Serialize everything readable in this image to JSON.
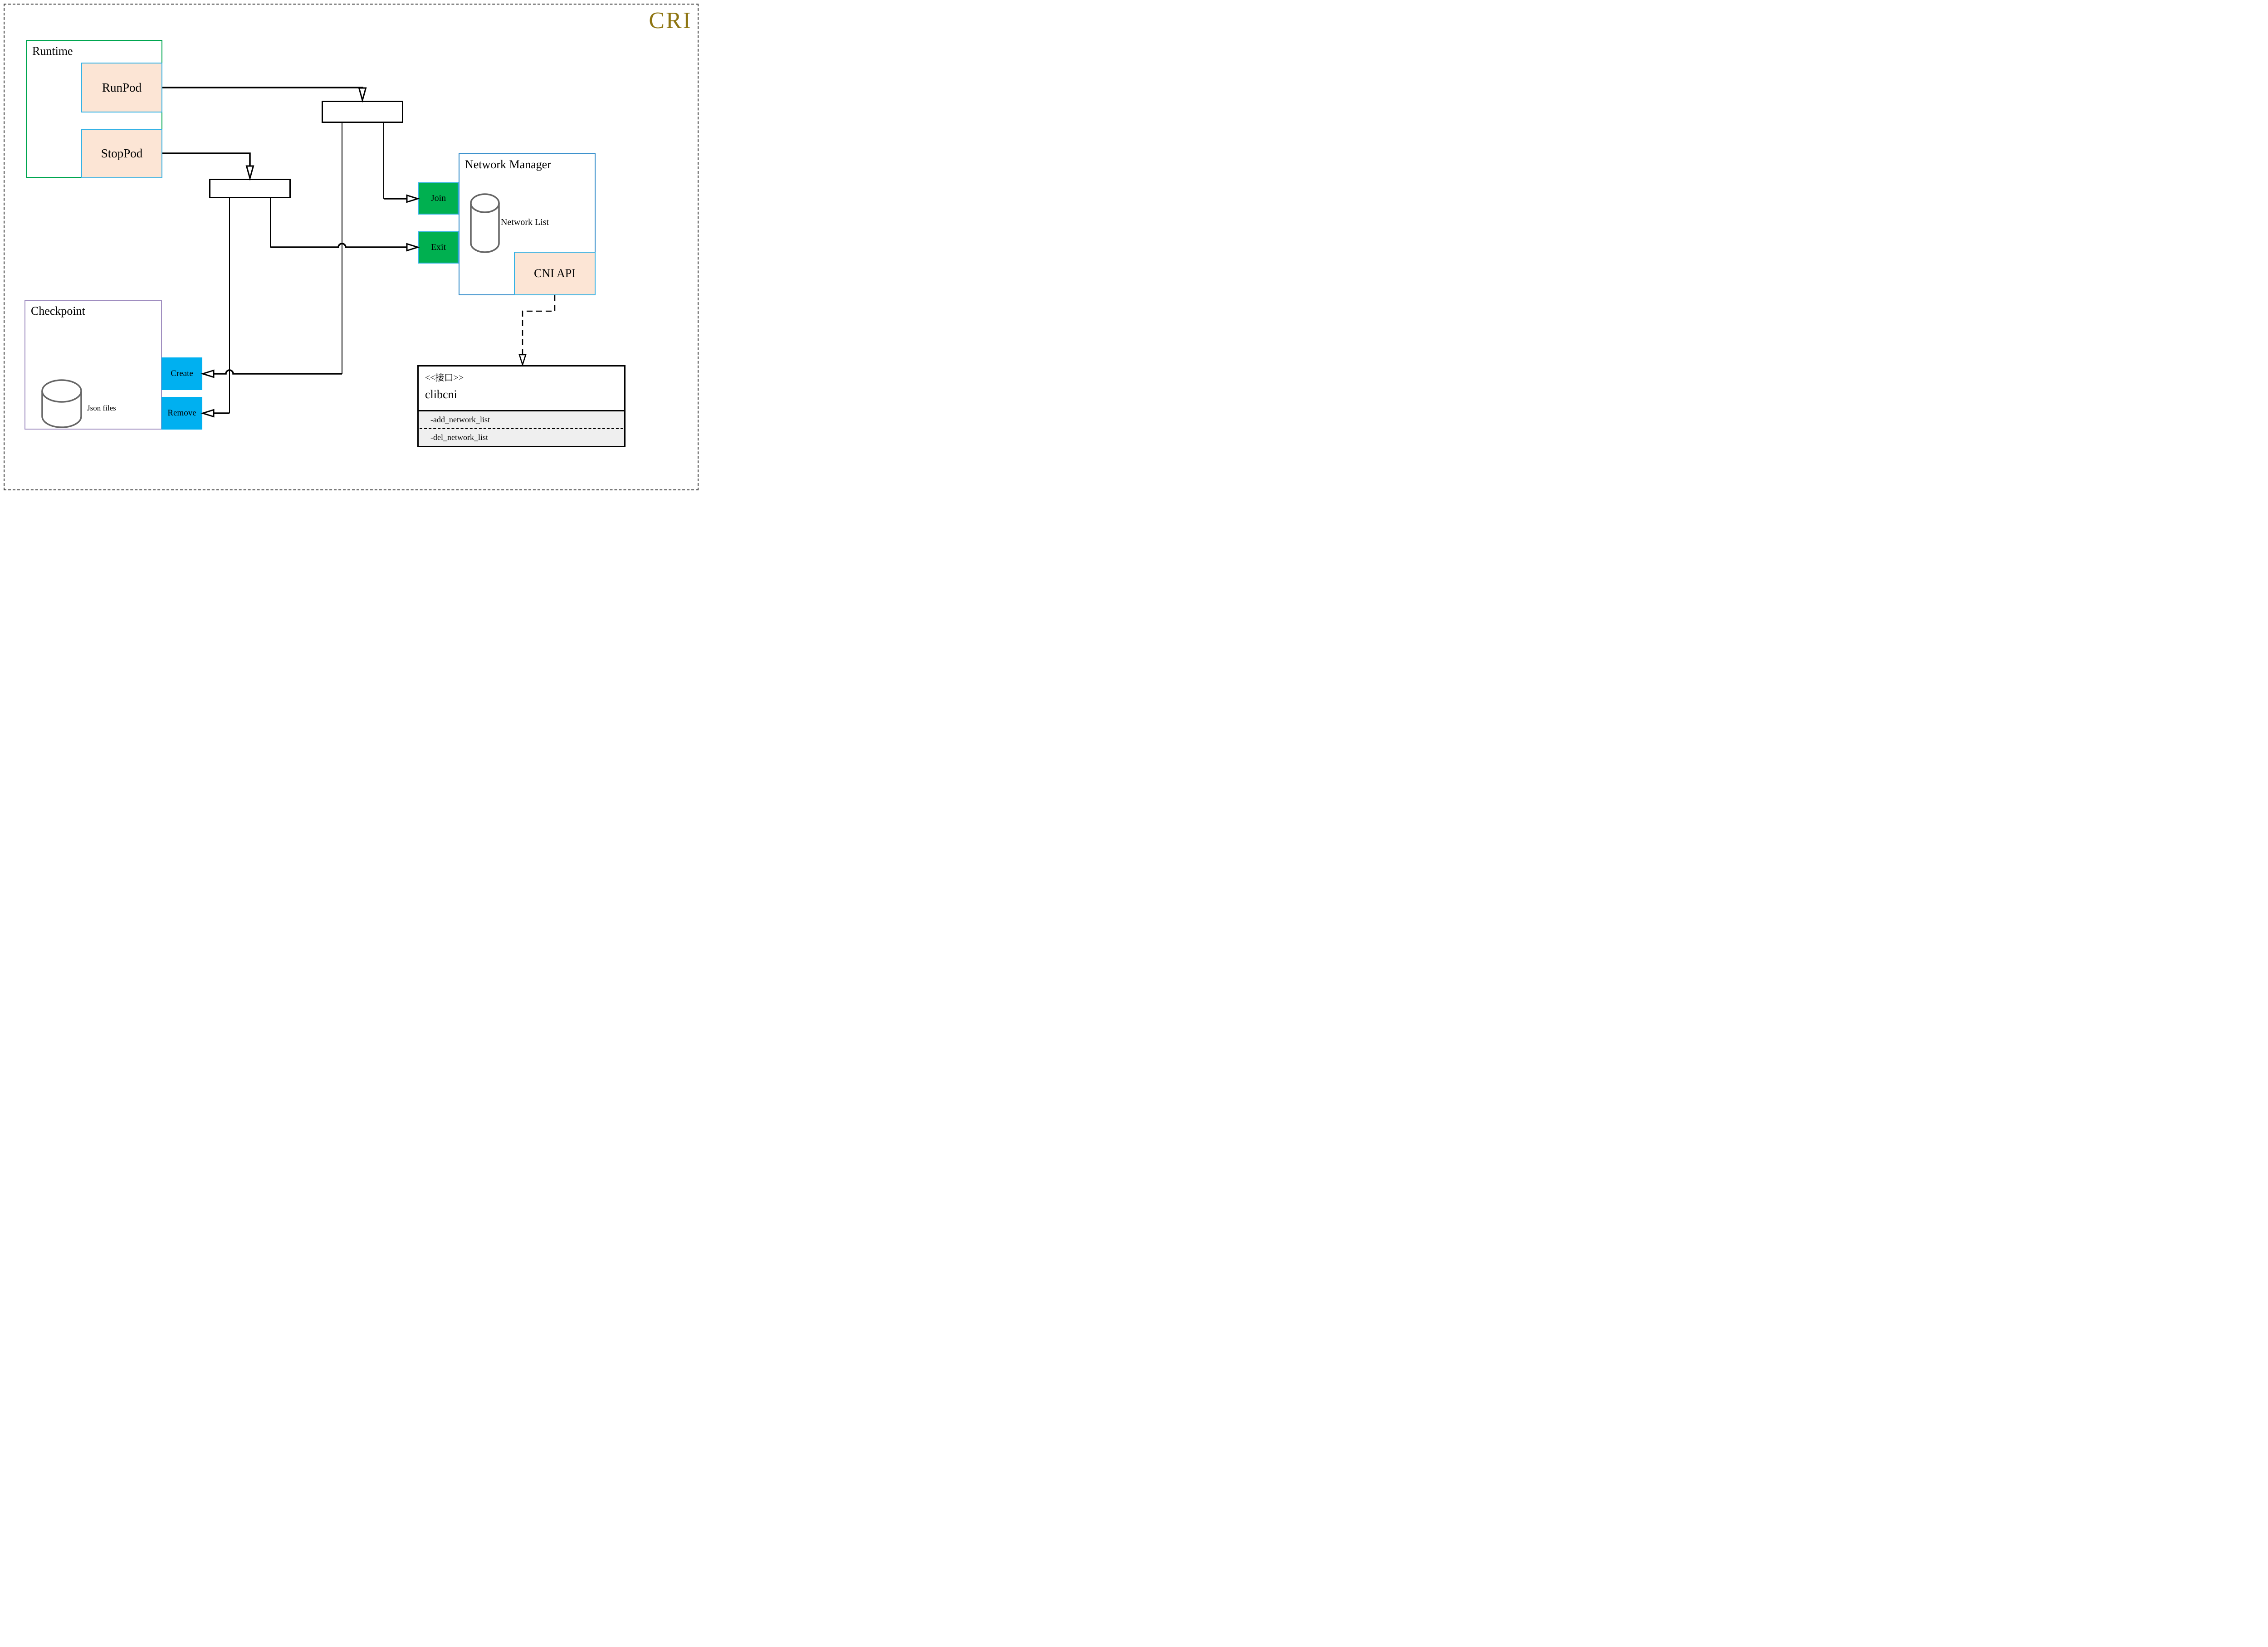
{
  "title": {
    "text": "CRI",
    "color": "#8e7512"
  },
  "runtime": {
    "label": "Runtime",
    "runpod": "RunPod",
    "stoppod": "StopPod"
  },
  "network_manager": {
    "label": "Network Manager",
    "join": "Join",
    "exit": "Exit",
    "cylinder_label": "Network List",
    "cni_api": "CNI API"
  },
  "checkpoint": {
    "label": "Checkpoint",
    "cylinder_label": "Json files",
    "create": "Create",
    "remove": "Remove"
  },
  "clibcni": {
    "stereotype": "<<接口>>",
    "name": "clibcni",
    "methods": [
      "-add_network_list",
      "-del_network_list"
    ]
  },
  "colors": {
    "title_gold": "#8e7512",
    "runtime_border_green": "#00a650",
    "checkpoint_border_purple": "#a08ec0",
    "network_manager_border_blue": "#2b87c8",
    "node_border_cyan": "#35b2e5",
    "node_fill_peach": "#fce5d5",
    "action_green": "#00b050",
    "action_blue": "#00b0f0",
    "interface_body_gray": "#efefef"
  }
}
